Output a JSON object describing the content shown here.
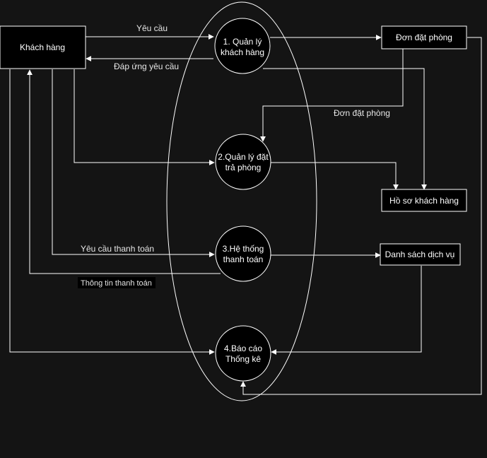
{
  "entities": {
    "customer": "Khách hàng",
    "booking_form": "Đơn đặt phòng",
    "customer_profile": "Hồ sơ khách hàng",
    "service_list": "Danh sách dịch vụ"
  },
  "processes": {
    "p1": [
      "1. Quản lý",
      "khách hàng"
    ],
    "p2": [
      "2.Quản lý đặt",
      "trả phòng"
    ],
    "p3": [
      "3.Hệ thống",
      "thanh toán"
    ],
    "p4": [
      "4.Báo cáo",
      "Thống kê"
    ]
  },
  "flows": {
    "request": "Yêu cầu",
    "response": "Đáp ứng yêu cầu",
    "booking_form_flow": "Đơn đặt  phòng",
    "payment_request": "Yêu cầu thanh toán",
    "payment_info": "Thông tin thanh toán"
  },
  "colors": {
    "background": "#141414",
    "shape_fill": "#000000",
    "stroke": "#ffffff",
    "text": "#ffffff"
  }
}
